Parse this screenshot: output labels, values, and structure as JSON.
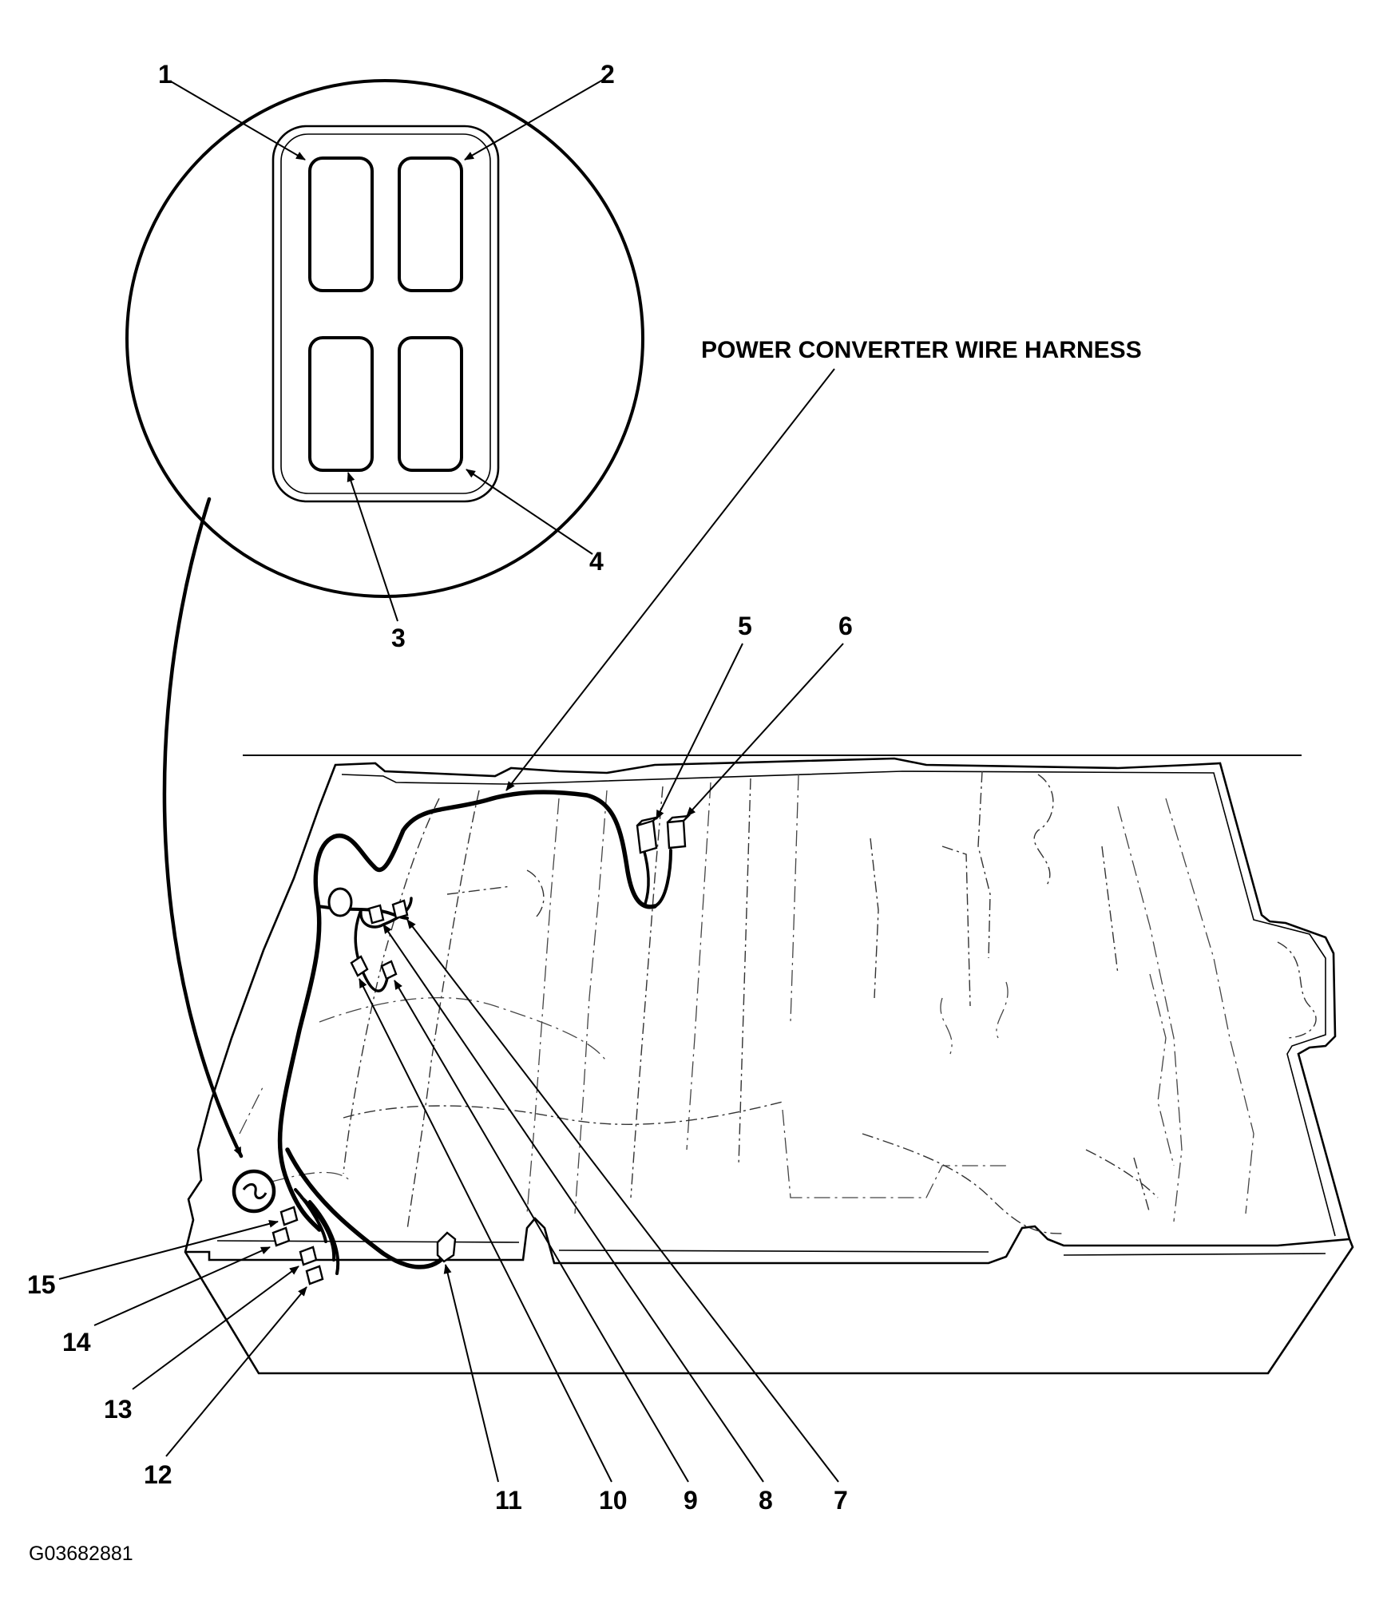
{
  "diagram": {
    "harness_label": "POWER CONVERTER WIRE HARNESS",
    "figure_code": "G03682881",
    "callouts": [
      "1",
      "2",
      "3",
      "4",
      "5",
      "6",
      "7",
      "8",
      "9",
      "10",
      "11",
      "12",
      "13",
      "14",
      "15"
    ]
  }
}
